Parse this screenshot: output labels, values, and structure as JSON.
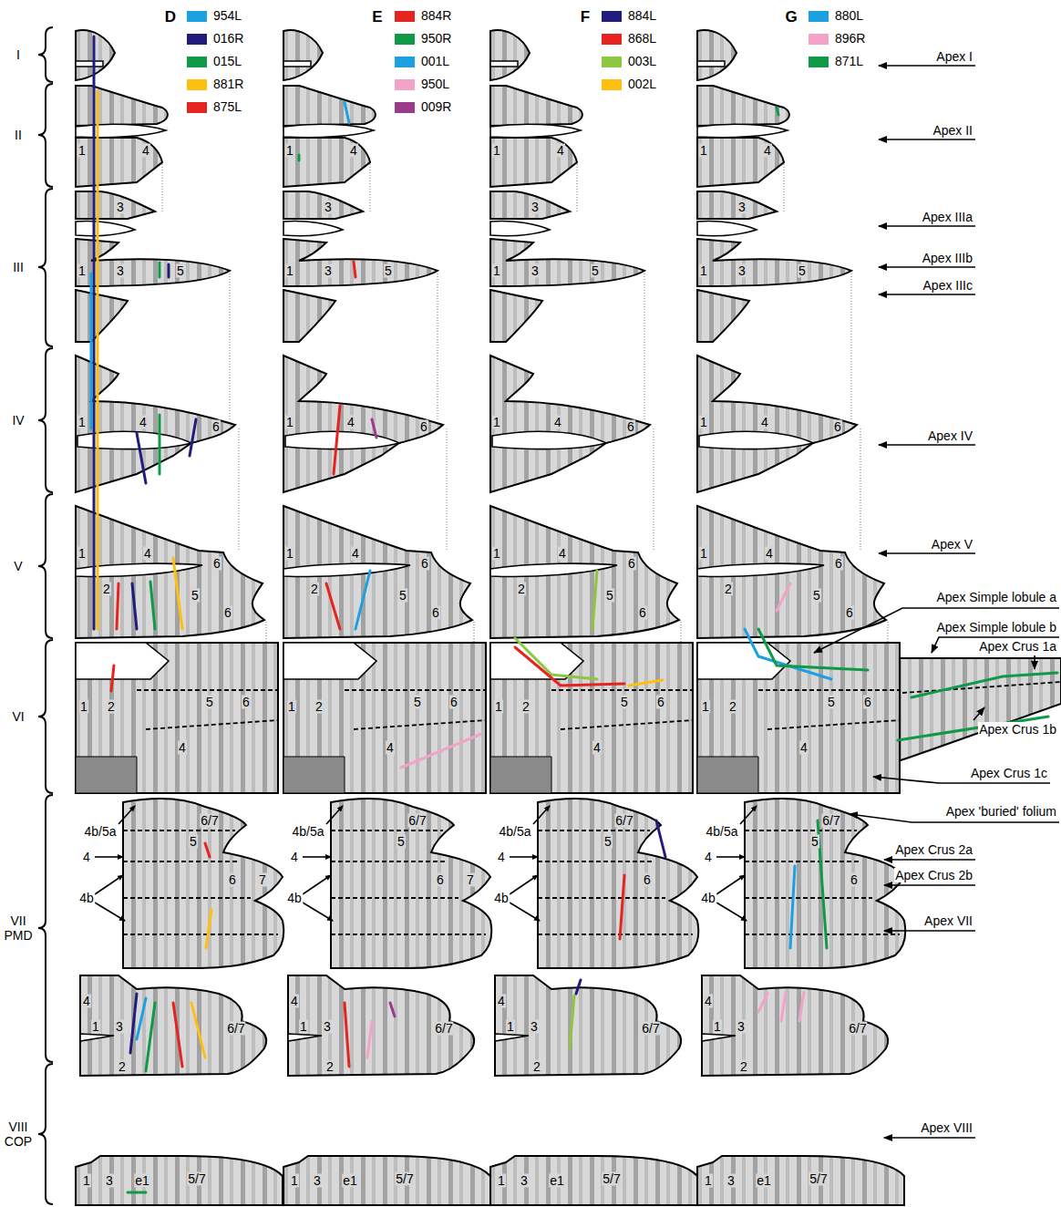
{
  "diagram": {
    "labels": [
      "I",
      "II",
      "III",
      "IV",
      "V",
      "VI",
      "VII PMD",
      "VIII COP",
      "D",
      "E",
      "F",
      "G",
      "Apex I",
      "Apex II",
      "Apex IIIa",
      "Apex IIIb",
      "Apex IIIc",
      "Apex IV",
      "Apex V",
      "Apex Simple lobule a",
      "Apex Simple lobule b",
      "Apex Crus 1a",
      "Apex Crus 1b",
      "Apex Crus 1c",
      "Apex 'buried' folium",
      "Apex Crus 2a",
      "Apex Crus 2b",
      "Apex VII",
      "Apex VIII",
      "1",
      "4",
      "3",
      "1",
      "3",
      "5",
      "1",
      "4",
      "6",
      "1",
      "4",
      "6",
      "2",
      "5",
      "6",
      "1",
      "2",
      "5",
      "6",
      "4",
      "4b/5a",
      "6/7",
      "5",
      "4",
      "6",
      "7",
      "4b",
      "4",
      "1",
      "3",
      "6/7",
      "2",
      "1",
      "3",
      "e1",
      "5/7",
      "1",
      "4",
      "3",
      "1",
      "3",
      "5",
      "1",
      "4",
      "6",
      "1",
      "4",
      "6",
      "2",
      "5",
      "6",
      "1",
      "2",
      "5",
      "6",
      "4",
      "4b/5a",
      "6/7",
      "5",
      "4",
      "6",
      "7",
      "4b",
      "4",
      "1",
      "3",
      "6/7",
      "2",
      "1",
      "3",
      "e1",
      "5/7",
      "1",
      "4",
      "3",
      "1",
      "3",
      "5",
      "1",
      "4",
      "6",
      "1",
      "4",
      "6",
      "2",
      "5",
      "6",
      "1",
      "2",
      "5",
      "6",
      "4",
      "4b/5a",
      "6/7",
      "5",
      "4",
      "6",
      "4b",
      "4",
      "1",
      "3",
      "6/7",
      "2",
      "1",
      "3",
      "e1",
      "5/7",
      "1",
      "4",
      "3",
      "1",
      "3",
      "5",
      "1",
      "4",
      "6",
      "1",
      "4",
      "6",
      "2",
      "5",
      "6",
      "1",
      "2",
      "5",
      "6",
      "4",
      "4b/5a",
      "6/7",
      "5",
      "4",
      "6",
      "4b",
      "4",
      "1",
      "3",
      "6/7",
      "2",
      "1",
      "3",
      "e1",
      "5/7"
    ],
    "legend": [
      {
        "text": "954L",
        "color": "#1ba1e2"
      },
      {
        "text": "016R",
        "color": "#221c7c"
      },
      {
        "text": "015L",
        "color": "#109a48"
      },
      {
        "text": "881R",
        "color": "#fdc010"
      },
      {
        "text": "875L",
        "color": "#e52420"
      },
      {
        "text": "884R",
        "color": "#e52420"
      },
      {
        "text": "950R",
        "color": "#109a48"
      },
      {
        "text": "001L",
        "color": "#1ba1e2"
      },
      {
        "text": "950L",
        "color": "#f4a3c8"
      },
      {
        "text": "009R",
        "color": "#9b3b8c"
      },
      {
        "text": "884L",
        "color": "#221c7c"
      },
      {
        "text": "868L",
        "color": "#e52420"
      },
      {
        "text": "003L",
        "color": "#8dc63f"
      },
      {
        "text": "002L",
        "color": "#fdc010"
      },
      {
        "text": "880L",
        "color": "#1ba1e2"
      },
      {
        "text": "896R",
        "color": "#f4a3c8"
      },
      {
        "text": "871L",
        "color": "#109a48"
      }
    ]
  }
}
